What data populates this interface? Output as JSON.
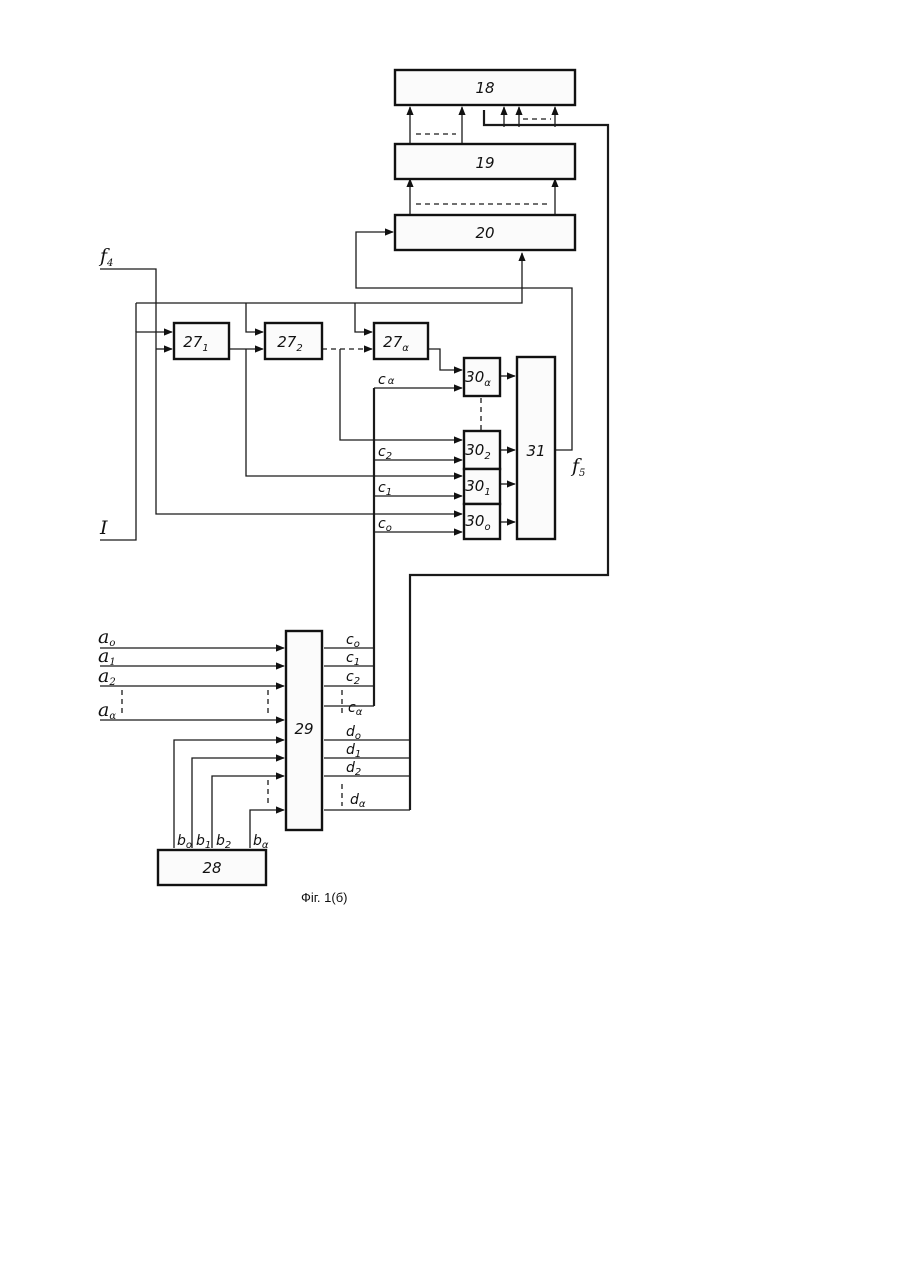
{
  "blocks": {
    "b18": "18",
    "b19": "19",
    "b20": "20",
    "b27_1": "27",
    "b27_1_sub": "1",
    "b27_2": "27",
    "b27_2_sub": "2",
    "b27_a": "27",
    "b27_a_sub": "α",
    "b30_a": "30",
    "b30_a_sub": "α",
    "b30_2": "30",
    "b30_2_sub": "2",
    "b30_1": "30",
    "b30_1_sub": "1",
    "b30_0": "30",
    "b30_0_sub": "o",
    "b31": "31",
    "b29": "29",
    "b28": "28"
  },
  "inputs": {
    "f4": "f",
    "f4_sub": "4",
    "f5": "f",
    "f5_sub": "5",
    "I": "I"
  },
  "a_labels": [
    {
      "base": "a",
      "sub": "o"
    },
    {
      "base": "a",
      "sub": "1"
    },
    {
      "base": "a",
      "sub": "2"
    },
    {
      "base": "a",
      "sub": "α"
    }
  ],
  "b_labels": [
    {
      "base": "b",
      "sub": "o"
    },
    {
      "base": "b",
      "sub": "1"
    },
    {
      "base": "b",
      "sub": "2"
    },
    {
      "base": "b",
      "sub": "α"
    }
  ],
  "c_out_labels": [
    {
      "base": "c",
      "sub": "o"
    },
    {
      "base": "c",
      "sub": "1"
    },
    {
      "base": "c",
      "sub": "2"
    },
    {
      "base": "c",
      "sub": "α"
    }
  ],
  "d_out_labels": [
    {
      "base": "d",
      "sub": "o"
    },
    {
      "base": "d",
      "sub": "1"
    },
    {
      "base": "d",
      "sub": "2"
    },
    {
      "base": "d",
      "sub": "α"
    }
  ],
  "c_in_labels": [
    {
      "base": "c",
      "sub": "α"
    },
    {
      "base": "c",
      "sub": "2"
    },
    {
      "base": "c",
      "sub": "1"
    },
    {
      "base": "c",
      "sub": "o"
    }
  ],
  "caption": "Фіг. 1(б)"
}
